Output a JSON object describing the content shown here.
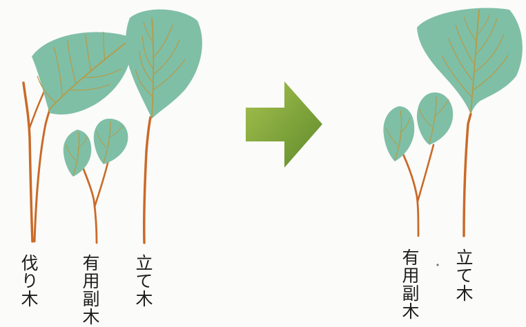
{
  "before": {
    "label_cut_tree": "伐り木",
    "label_useful_sub_tree": "有用副木",
    "label_main_tree": "立て木"
  },
  "after": {
    "label_useful_sub_tree": "有用副木",
    "label_main_tree": "立て木"
  },
  "colors": {
    "leaf_fill": "#7fbfa6",
    "leaf_vein": "#b89a45",
    "stem": "#c96a28",
    "arrow_fill": "#7aa23a"
  },
  "icons": {
    "arrow": "right-arrow-icon"
  }
}
